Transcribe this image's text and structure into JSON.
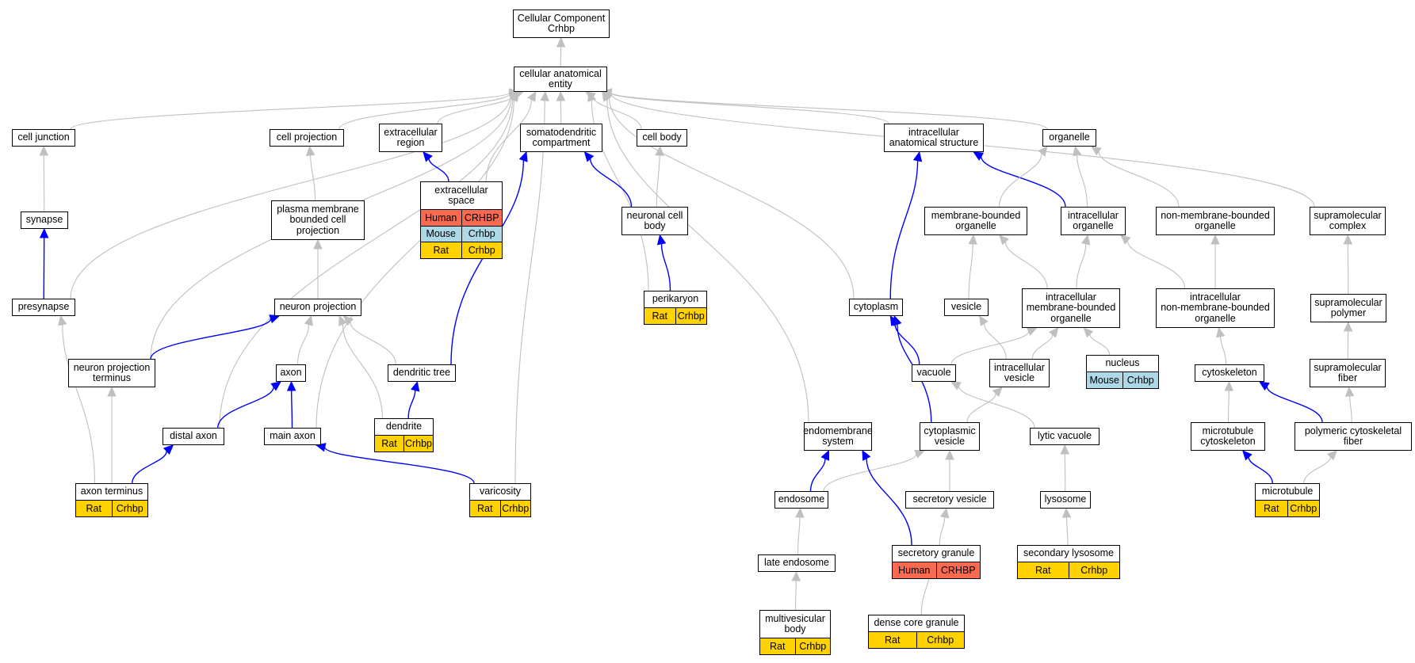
{
  "colors": {
    "gray_edge": "#c0c0c0",
    "blue_edge": "#0000ff",
    "human": "#fa6a50",
    "mouse": "#add8e6",
    "rat": "#ffd200"
  },
  "nodes": [
    {
      "id": "root",
      "label": "Cellular Component\nCrhbp"
    },
    {
      "id": "cae",
      "label": "cellular anatomical\nentity"
    },
    {
      "id": "celljunction",
      "label": "cell junction"
    },
    {
      "id": "cellprojection",
      "label": "cell projection"
    },
    {
      "id": "extracellularregion",
      "label": "extracellular\nregion"
    },
    {
      "id": "somatodendritic",
      "label": "somatodendritic\ncompartment"
    },
    {
      "id": "cellbody",
      "label": "cell body"
    },
    {
      "id": "intracellularanat",
      "label": "intracellular\nanatomical structure"
    },
    {
      "id": "organelle",
      "label": "organelle"
    },
    {
      "id": "synapse",
      "label": "synapse"
    },
    {
      "id": "plasmamembrane",
      "label": "plasma membrane\nbounded cell\nprojection"
    },
    {
      "id": "extracellularspace",
      "label": "extracellular\nspace"
    },
    {
      "id": "neuronalcellbody",
      "label": "neuronal cell\nbody"
    },
    {
      "id": "membranebounded",
      "label": "membrane-bounded\norganelle"
    },
    {
      "id": "intracellularorganelle",
      "label": "intracellular\norganelle"
    },
    {
      "id": "nonmembranebounded",
      "label": "non-membrane-bounded\norganelle"
    },
    {
      "id": "supramolecularcomplex",
      "label": "supramolecular\ncomplex"
    },
    {
      "id": "presynapse",
      "label": "presynapse"
    },
    {
      "id": "neuronprojection",
      "label": "neuron projection"
    },
    {
      "id": "perikaryon",
      "label": "perikaryon"
    },
    {
      "id": "cytoplasm",
      "label": "cytoplasm"
    },
    {
      "id": "vesicle",
      "label": "vesicle"
    },
    {
      "id": "imbo",
      "label": "intracellular\nmembrane-bounded\norganelle"
    },
    {
      "id": "inmbo",
      "label": "intracellular\nnon-membrane-bounded\norganelle"
    },
    {
      "id": "supramolecularpolymer",
      "label": "supramolecular\npolymer"
    },
    {
      "id": "npterminus",
      "label": "neuron projection\nterminus"
    },
    {
      "id": "axon",
      "label": "axon"
    },
    {
      "id": "dendritictree",
      "label": "dendritic tree"
    },
    {
      "id": "vacuole",
      "label": "vacuole"
    },
    {
      "id": "intracellularvesicle",
      "label": "intracellular\nvesicle"
    },
    {
      "id": "nucleus",
      "label": "nucleus"
    },
    {
      "id": "cytoskeleton",
      "label": "cytoskeleton"
    },
    {
      "id": "supramolecularfiber",
      "label": "supramolecular\nfiber"
    },
    {
      "id": "dendrite",
      "label": "dendrite"
    },
    {
      "id": "distalaxon",
      "label": "distal axon"
    },
    {
      "id": "mainaxon",
      "label": "main axon"
    },
    {
      "id": "endomembrane",
      "label": "endomembrane\nsystem"
    },
    {
      "id": "cytoplasmicvesicle",
      "label": "cytoplasmic\nvesicle"
    },
    {
      "id": "lyticvacuole",
      "label": "lytic vacuole"
    },
    {
      "id": "microtubulecytoskeleton",
      "label": "microtubule\ncytoskeleton"
    },
    {
      "id": "polymericfiber",
      "label": "polymeric cytoskeletal\nfiber"
    },
    {
      "id": "axonterminus",
      "label": "axon terminus"
    },
    {
      "id": "varicosity",
      "label": "varicosity"
    },
    {
      "id": "endosome",
      "label": "endosome"
    },
    {
      "id": "secretoryvesicle",
      "label": "secretory vesicle"
    },
    {
      "id": "lysosome",
      "label": "lysosome"
    },
    {
      "id": "microtubule",
      "label": "microtubule"
    },
    {
      "id": "lateendosome",
      "label": "late endosome"
    },
    {
      "id": "secretorygranule",
      "label": "secretory granule"
    },
    {
      "id": "secondarylysosome",
      "label": "secondary lysosome"
    },
    {
      "id": "mvb",
      "label": "multivesicular\nbody"
    },
    {
      "id": "densecore",
      "label": "dense core granule"
    }
  ],
  "annotations": [
    {
      "node": "extracellularspace",
      "rows": [
        {
          "species": "Human",
          "gene": "CRHBP",
          "color": "#fa6a50"
        },
        {
          "species": "Mouse",
          "gene": "Crhbp",
          "color": "#add8e6"
        },
        {
          "species": "Rat",
          "gene": "Crhbp",
          "color": "#ffd200"
        }
      ]
    },
    {
      "node": "perikaryon",
      "rows": [
        {
          "species": "Rat",
          "gene": "Crhbp",
          "color": "#ffd200"
        }
      ]
    },
    {
      "node": "nucleus",
      "rows": [
        {
          "species": "Mouse",
          "gene": "Crhbp",
          "color": "#add8e6"
        }
      ]
    },
    {
      "node": "dendrite",
      "rows": [
        {
          "species": "Rat",
          "gene": "Crhbp",
          "color": "#ffd200"
        }
      ]
    },
    {
      "node": "axonterminus",
      "rows": [
        {
          "species": "Rat",
          "gene": "Crhbp",
          "color": "#ffd200"
        }
      ]
    },
    {
      "node": "varicosity",
      "rows": [
        {
          "species": "Rat",
          "gene": "Crhbp",
          "color": "#ffd200"
        }
      ]
    },
    {
      "node": "microtubule",
      "rows": [
        {
          "species": "Rat",
          "gene": "Crhbp",
          "color": "#ffd200"
        }
      ]
    },
    {
      "node": "secretorygranule",
      "rows": [
        {
          "species": "Human",
          "gene": "CRHBP",
          "color": "#fa6a50"
        }
      ]
    },
    {
      "node": "secondarylysosome",
      "rows": [
        {
          "species": "Rat",
          "gene": "Crhbp",
          "color": "#ffd200"
        }
      ]
    },
    {
      "node": "mvb",
      "rows": [
        {
          "species": "Rat",
          "gene": "Crhbp",
          "color": "#ffd200"
        }
      ]
    },
    {
      "node": "densecore",
      "rows": [
        {
          "species": "Rat",
          "gene": "Crhbp",
          "color": "#ffd200"
        }
      ]
    }
  ],
  "edges": [
    {
      "from": "cae",
      "to": "root",
      "type": "is_a"
    },
    {
      "from": "celljunction",
      "to": "cae",
      "type": "is_a"
    },
    {
      "from": "cellprojection",
      "to": "cae",
      "type": "is_a"
    },
    {
      "from": "extracellularregion",
      "to": "cae",
      "type": "is_a"
    },
    {
      "from": "somatodendritic",
      "to": "cae",
      "type": "is_a"
    },
    {
      "from": "cellbody",
      "to": "cae",
      "type": "is_a"
    },
    {
      "from": "intracellularanat",
      "to": "cae",
      "type": "is_a"
    },
    {
      "from": "organelle",
      "to": "cae",
      "type": "is_a"
    },
    {
      "from": "supramolecularcomplex",
      "to": "cae",
      "type": "is_a"
    },
    {
      "from": "presynapse",
      "to": "cae",
      "type": "is_a"
    },
    {
      "from": "npterminus",
      "to": "cae",
      "type": "is_a"
    },
    {
      "from": "distalaxon",
      "to": "cae",
      "type": "is_a"
    },
    {
      "from": "mainaxon",
      "to": "cae",
      "type": "is_a"
    },
    {
      "from": "extracellularspace",
      "to": "cae",
      "type": "is_a"
    },
    {
      "from": "perikaryon",
      "to": "cae",
      "type": "is_a"
    },
    {
      "from": "varicosity",
      "to": "cae",
      "type": "is_a"
    },
    {
      "from": "endomembrane",
      "to": "cae",
      "type": "is_a"
    },
    {
      "from": "cytoplasm",
      "to": "cae",
      "type": "is_a"
    },
    {
      "from": "synapse",
      "to": "celljunction",
      "type": "is_a"
    },
    {
      "from": "presynapse",
      "to": "synapse",
      "type": "part_of"
    },
    {
      "from": "plasmamembrane",
      "to": "cellprojection",
      "type": "is_a"
    },
    {
      "from": "neuronprojection",
      "to": "plasmamembrane",
      "type": "is_a"
    },
    {
      "from": "extracellularspace",
      "to": "extracellularregion",
      "type": "part_of"
    },
    {
      "from": "dendritictree",
      "to": "somatodendritic",
      "type": "part_of"
    },
    {
      "from": "neuronalcellbody",
      "to": "somatodendritic",
      "type": "part_of"
    },
    {
      "from": "neuronalcellbody",
      "to": "cellbody",
      "type": "is_a"
    },
    {
      "from": "perikaryon",
      "to": "neuronalcellbody",
      "type": "part_of"
    },
    {
      "from": "npterminus",
      "to": "neuronprojection",
      "type": "part_of"
    },
    {
      "from": "axon",
      "to": "neuronprojection",
      "type": "is_a"
    },
    {
      "from": "dendrite",
      "to": "neuronprojection",
      "type": "is_a"
    },
    {
      "from": "dendritictree",
      "to": "neuronprojection",
      "type": "is_a"
    },
    {
      "from": "dendrite",
      "to": "dendritictree",
      "type": "part_of"
    },
    {
      "from": "distalaxon",
      "to": "axon",
      "type": "part_of"
    },
    {
      "from": "mainaxon",
      "to": "axon",
      "type": "part_of"
    },
    {
      "from": "axonterminus",
      "to": "distalaxon",
      "type": "part_of"
    },
    {
      "from": "axonterminus",
      "to": "presynapse",
      "type": "is_a"
    },
    {
      "from": "axonterminus",
      "to": "npterminus",
      "type": "is_a"
    },
    {
      "from": "varicosity",
      "to": "mainaxon",
      "type": "part_of"
    },
    {
      "from": "cytoplasm",
      "to": "intracellularanat",
      "type": "part_of"
    },
    {
      "from": "intracellularorganelle",
      "to": "intracellularanat",
      "type": "part_of"
    },
    {
      "from": "membranebounded",
      "to": "organelle",
      "type": "is_a"
    },
    {
      "from": "intracellularorganelle",
      "to": "organelle",
      "type": "is_a"
    },
    {
      "from": "nonmembranebounded",
      "to": "organelle",
      "type": "is_a"
    },
    {
      "from": "vesicle",
      "to": "membranebounded",
      "type": "is_a"
    },
    {
      "from": "imbo",
      "to": "membranebounded",
      "type": "is_a"
    },
    {
      "from": "imbo",
      "to": "intracellularorganelle",
      "type": "is_a"
    },
    {
      "from": "inmbo",
      "to": "intracellularorganelle",
      "type": "is_a"
    },
    {
      "from": "inmbo",
      "to": "nonmembranebounded",
      "type": "is_a"
    },
    {
      "from": "supramolecularpolymer",
      "to": "supramolecularcomplex",
      "type": "is_a"
    },
    {
      "from": "supramolecularfiber",
      "to": "supramolecularpolymer",
      "type": "is_a"
    },
    {
      "from": "polymericfiber",
      "to": "supramolecularfiber",
      "type": "is_a"
    },
    {
      "from": "vacuole",
      "to": "imbo",
      "type": "is_a"
    },
    {
      "from": "intracellularvesicle",
      "to": "imbo",
      "type": "is_a"
    },
    {
      "from": "intracellularvesicle",
      "to": "vesicle",
      "type": "is_a"
    },
    {
      "from": "nucleus",
      "to": "imbo",
      "type": "is_a"
    },
    {
      "from": "cytoskeleton",
      "to": "inmbo",
      "type": "is_a"
    },
    {
      "from": "microtubulecytoskeleton",
      "to": "cytoskeleton",
      "type": "is_a"
    },
    {
      "from": "polymericfiber",
      "to": "cytoskeleton",
      "type": "part_of"
    },
    {
      "from": "microtubule",
      "to": "microtubulecytoskeleton",
      "type": "part_of"
    },
    {
      "from": "microtubule",
      "to": "polymericfiber",
      "type": "is_a"
    },
    {
      "from": "vacuole",
      "to": "cytoplasm",
      "type": "part_of"
    },
    {
      "from": "cytoplasmicvesicle",
      "to": "cytoplasm",
      "type": "part_of"
    },
    {
      "from": "cytoplasmicvesicle",
      "to": "intracellularvesicle",
      "type": "is_a"
    },
    {
      "from": "lyticvacuole",
      "to": "vacuole",
      "type": "is_a"
    },
    {
      "from": "lysosome",
      "to": "lyticvacuole",
      "type": "is_a"
    },
    {
      "from": "secondarylysosome",
      "to": "lysosome",
      "type": "is_a"
    },
    {
      "from": "secretoryvesicle",
      "to": "cytoplasmicvesicle",
      "type": "is_a"
    },
    {
      "from": "endosome",
      "to": "cytoplasmicvesicle",
      "type": "is_a"
    },
    {
      "from": "endosome",
      "to": "endomembrane",
      "type": "part_of"
    },
    {
      "from": "secretorygranule",
      "to": "endomembrane",
      "type": "part_of"
    },
    {
      "from": "secretorygranule",
      "to": "secretoryvesicle",
      "type": "is_a"
    },
    {
      "from": "lateendosome",
      "to": "endosome",
      "type": "is_a"
    },
    {
      "from": "mvb",
      "to": "lateendosome",
      "type": "is_a"
    },
    {
      "from": "densecore",
      "to": "secretorygranule",
      "type": "is_a"
    }
  ]
}
